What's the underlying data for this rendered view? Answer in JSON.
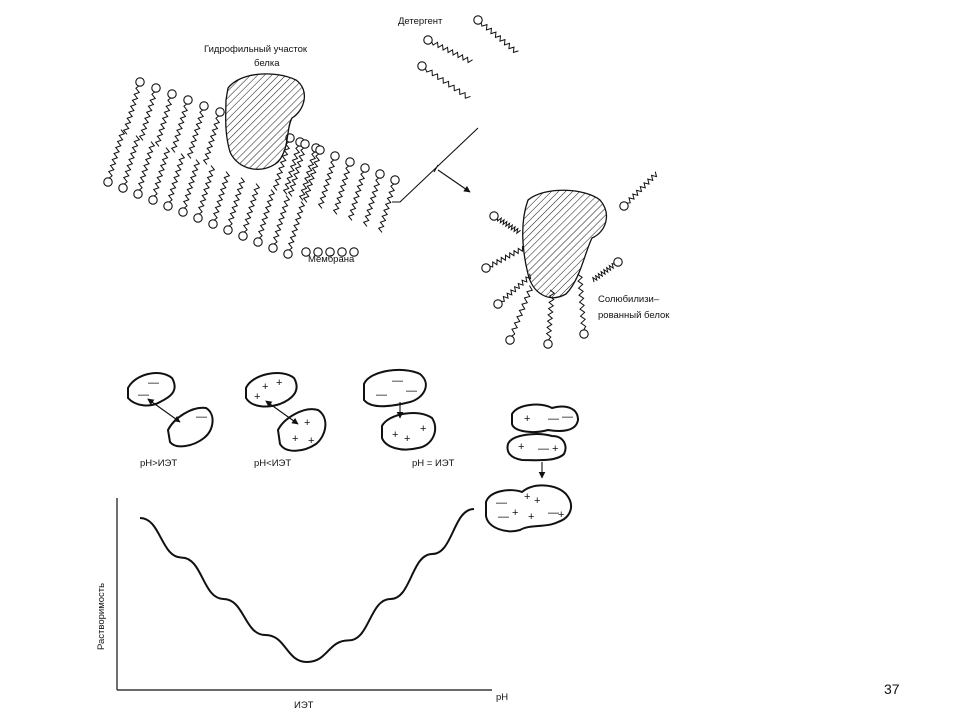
{
  "page_number": "37",
  "top_diagram": {
    "detergent_label": "Детергент",
    "hydrophilic_label_line1": "Гидрофильный участок",
    "hydrophilic_label_line2": "белка",
    "membrane_label": "Мембрана",
    "solubilized_label_line1": "Солюбилизи–",
    "solubilized_label_line2": "рованный белок"
  },
  "charge_diagram": {
    "cases": [
      {
        "label": "pH>ИЭТ"
      },
      {
        "label": "pH<ИЭТ"
      },
      {
        "label": "pH = ИЭТ"
      }
    ],
    "plus_sign": "+",
    "minus_sign": "—"
  },
  "chart_data": {
    "type": "line",
    "ylabel": "Растворимость",
    "xlabel": "pH",
    "x_tick_label": "ИЭТ",
    "grid": false,
    "legend": "none",
    "series": [
      {
        "x": [
          0,
          0.5,
          1,
          1.5,
          2,
          2.5,
          3,
          3.5,
          4
        ],
        "values": [
          0.9,
          0.68,
          0.45,
          0.25,
          0.1,
          0.22,
          0.45,
          0.7,
          0.95
        ]
      }
    ]
  }
}
